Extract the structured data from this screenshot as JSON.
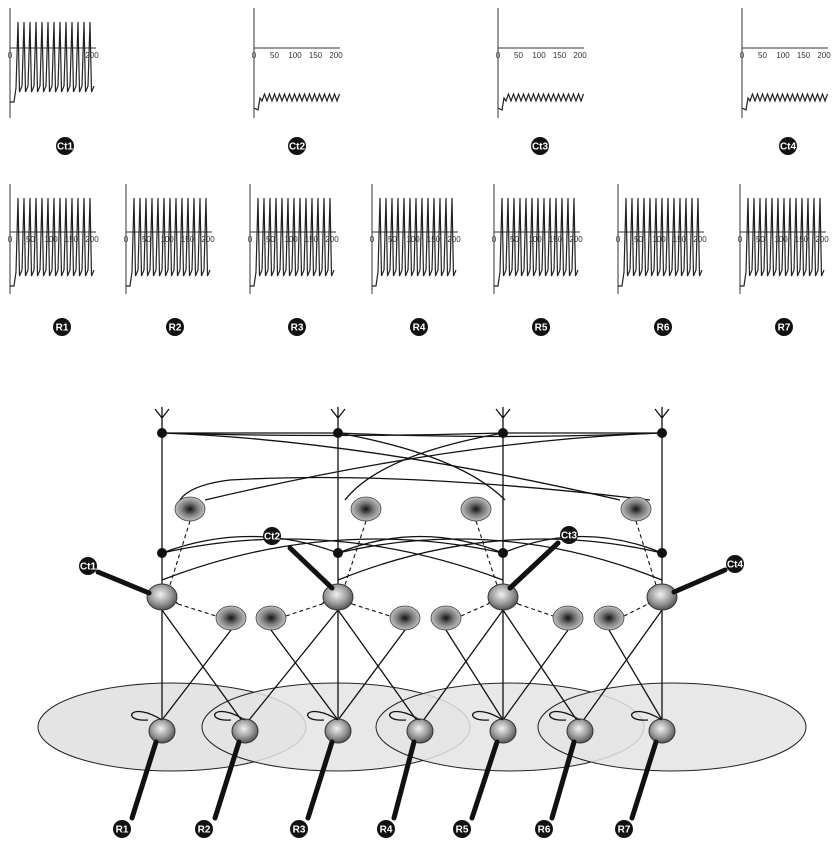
{
  "traces": {
    "ct": [
      {
        "id": "ct1",
        "label": "Ct1",
        "kind": "spike",
        "ticks": [
          "0",
          "200"
        ]
      },
      {
        "id": "ct2",
        "label": "Ct2",
        "kind": "osc",
        "ticks": [
          "0",
          "50",
          "100",
          "150",
          "200"
        ]
      },
      {
        "id": "ct3",
        "label": "Ct3",
        "kind": "osc",
        "ticks": [
          "0",
          "50",
          "100",
          "150",
          "200"
        ]
      },
      {
        "id": "ct4",
        "label": "Ct4",
        "kind": "osc",
        "ticks": [
          "0",
          "50",
          "100",
          "150",
          "200"
        ]
      }
    ],
    "r": [
      {
        "id": "r1",
        "label": "R1",
        "kind": "spike",
        "ticks": [
          "0",
          "50",
          "100",
          "150",
          "200"
        ]
      },
      {
        "id": "r2",
        "label": "R2",
        "kind": "spike",
        "ticks": [
          "0",
          "50",
          "100",
          "150",
          "200"
        ]
      },
      {
        "id": "r3",
        "label": "R3",
        "kind": "spike",
        "ticks": [
          "0",
          "50",
          "100",
          "150",
          "200"
        ]
      },
      {
        "id": "r4",
        "label": "R4",
        "kind": "spike",
        "ticks": [
          "0",
          "50",
          "100",
          "150",
          "200"
        ]
      },
      {
        "id": "r5",
        "label": "R5",
        "kind": "spike",
        "ticks": [
          "0",
          "50",
          "100",
          "150",
          "200"
        ]
      },
      {
        "id": "r6",
        "label": "R6",
        "kind": "spike",
        "ticks": [
          "0",
          "50",
          "100",
          "150",
          "200"
        ]
      },
      {
        "id": "r7",
        "label": "R7",
        "kind": "spike",
        "ticks": [
          "0",
          "50",
          "100",
          "150",
          "200"
        ]
      }
    ]
  },
  "network": {
    "ct_labels": [
      "Ct1",
      "Ct2",
      "Ct3",
      "Ct4"
    ],
    "r_labels": [
      "R1",
      "R2",
      "R3",
      "R4",
      "R5",
      "R6",
      "R7"
    ]
  }
}
